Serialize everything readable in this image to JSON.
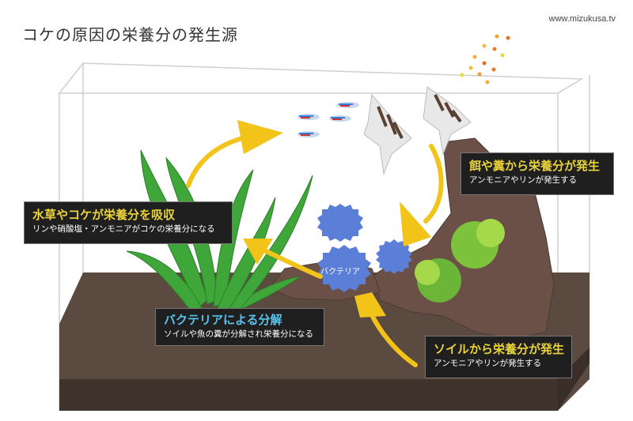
{
  "title": "コケの原因の栄養分の発生源",
  "site_url": "www.mizukusa.tv",
  "bacteria_label": "バクテリア",
  "callouts": {
    "food": {
      "heading": "餌や糞から栄養分が発生",
      "sub": "アンモニアやリンが発生する"
    },
    "plants": {
      "heading": "水草やコケが栄養分を吸収",
      "sub": "リンや硝酸塩・アンモニアがコケの栄養分になる"
    },
    "bacteria": {
      "heading": "バクテリアによる分解",
      "sub": "ソイルや魚の糞が分解され栄養分になる"
    },
    "soil": {
      "heading": "ソイルから栄養分が発生",
      "sub": "アンモニアやリンが発生する"
    }
  },
  "colors": {
    "heading": "#e9d23a",
    "bacteria_heading": "#59c3ee",
    "arrow": "#f2c318",
    "soil": "#5a4a40",
    "plant": "#3fa63a",
    "bacteria": "#5b7fd6"
  }
}
